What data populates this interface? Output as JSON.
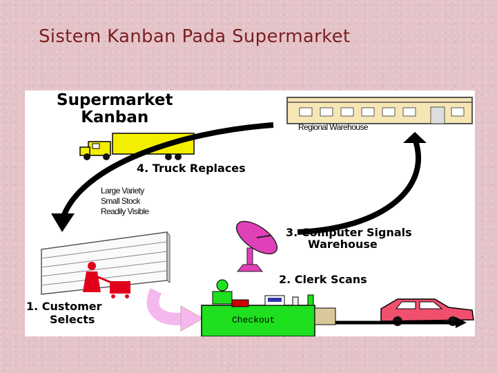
{
  "slide": {
    "title": "Sistem Kanban Pada Supermarket",
    "background_color": "#e4c3c8",
    "title_color": "#7a1f1f"
  },
  "diagram": {
    "heading_line1": "Supermarket",
    "heading_line2": "Kanban",
    "warehouse_label": "Regional Warehouse",
    "step4": "4. Truck Replaces",
    "store_notes": [
      "Large Variety",
      "Small Stock",
      "Readily Visible"
    ],
    "step3_line1": "3. Computer Signals",
    "step3_line2": "Warehouse",
    "step2": "2. Clerk Scans",
    "step1_line1": "1. Customer",
    "step1_line2": "Selects",
    "checkout_label": "Checkout",
    "colors": {
      "truck": "#f4ee00",
      "satellite": "#e040b8",
      "customer": "#e0001a",
      "checkout_counter": "#1ee01e",
      "car": "#f0506e",
      "curve_arrow": "#f5b8ee",
      "warehouse": "#f6e6b4"
    }
  }
}
